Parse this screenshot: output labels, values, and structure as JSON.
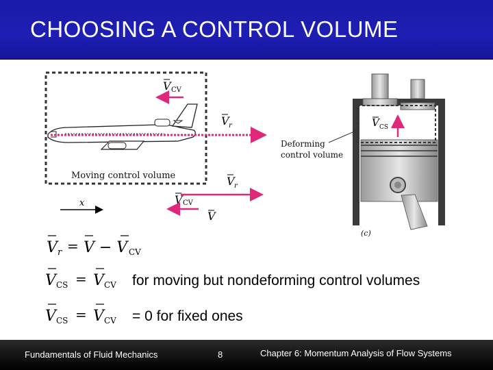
{
  "slide": {
    "title": "CHOOSING A CONTROL VOLUME"
  },
  "figure": {
    "airplane": {
      "label_vcv_top": "V",
      "label_vcv_top_sub": "CV",
      "label_vr": "V",
      "label_vr_sub": "r",
      "box_label": "Moving control volume",
      "label_vr2": "V",
      "label_vr2_sub": "r",
      "label_vcv2": "V",
      "label_vcv2_sub": "CV",
      "label_v": "V",
      "axis_label": "x"
    },
    "piston": {
      "label_vcs": "V",
      "label_vcs_sub": "CS",
      "callout_line1": "Deforming",
      "callout_line2": "control volume",
      "panel_label": "(c)"
    }
  },
  "equations": [
    {
      "lhs": "V",
      "lhs_sub": "r",
      "op": "=",
      "rhs": "V − V",
      "rhs_sub": "CV",
      "text": ""
    },
    {
      "lhs": "V",
      "lhs_sub": "CS",
      "op": "=",
      "rhs": "V",
      "rhs_sub": "CV",
      "text": "for moving but nondeforming control volumes"
    },
    {
      "lhs": "V",
      "lhs_sub": "CS",
      "op": "=",
      "rhs": "V",
      "rhs_sub": "CV",
      "text": "= 0 for fixed ones"
    }
  ],
  "footer": {
    "left": "Fundamentals of Fluid Mechanics",
    "center": "8",
    "right": "Chapter 6: Momentum Analysis of Flow Systems"
  },
  "colors": {
    "title_bg": "#1e1eb4",
    "arrow_magenta": "#e0287a",
    "footer_bg": "#000000"
  }
}
